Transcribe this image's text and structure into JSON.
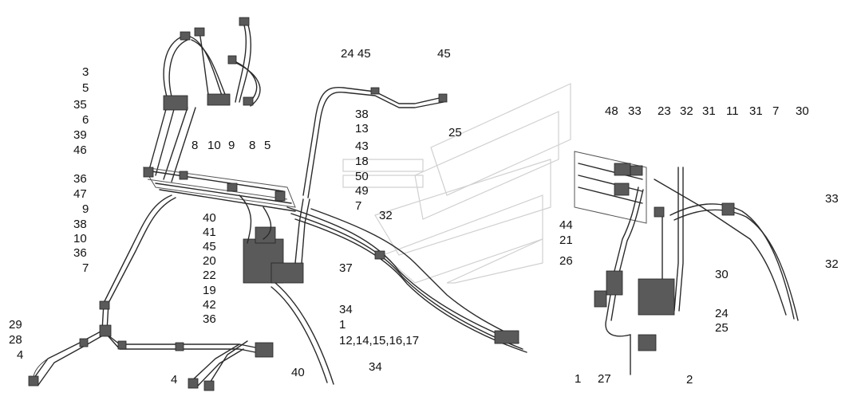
{
  "labels": {
    "left_col_top": [
      "3",
      "5",
      "35",
      "6",
      "39",
      "46"
    ],
    "left_col_mid": [
      "36",
      "47",
      "9",
      "38",
      "10",
      "36",
      "7"
    ],
    "left_col_bottom": [
      "29",
      "28",
      "4"
    ],
    "row_8_10_9_8_5": [
      "8",
      "10",
      "9",
      "8",
      "5"
    ],
    "center_col": [
      "40",
      "41",
      "45",
      "20",
      "22",
      "19",
      "42",
      "36"
    ],
    "top_24_45": "24 45",
    "top_45": "45",
    "mid_col": [
      "38",
      "13",
      "43",
      "18",
      "50",
      "49",
      "7"
    ],
    "l25": "25",
    "l32": "32",
    "l37": "37",
    "bottom_col": [
      "34",
      "1",
      "12,14,15,16,17"
    ],
    "l40": "40",
    "l34": "34",
    "l4": "4",
    "right_top_row": [
      "48",
      "33",
      "23",
      "32",
      "31",
      "11",
      "31",
      "7",
      "30"
    ],
    "right_left_col": [
      "44",
      "21",
      "26"
    ],
    "r33": "33",
    "r32": "32",
    "r30": "30",
    "r24": "24",
    "r25": "25",
    "r1": "1",
    "r27": "27",
    "r2": "2"
  }
}
